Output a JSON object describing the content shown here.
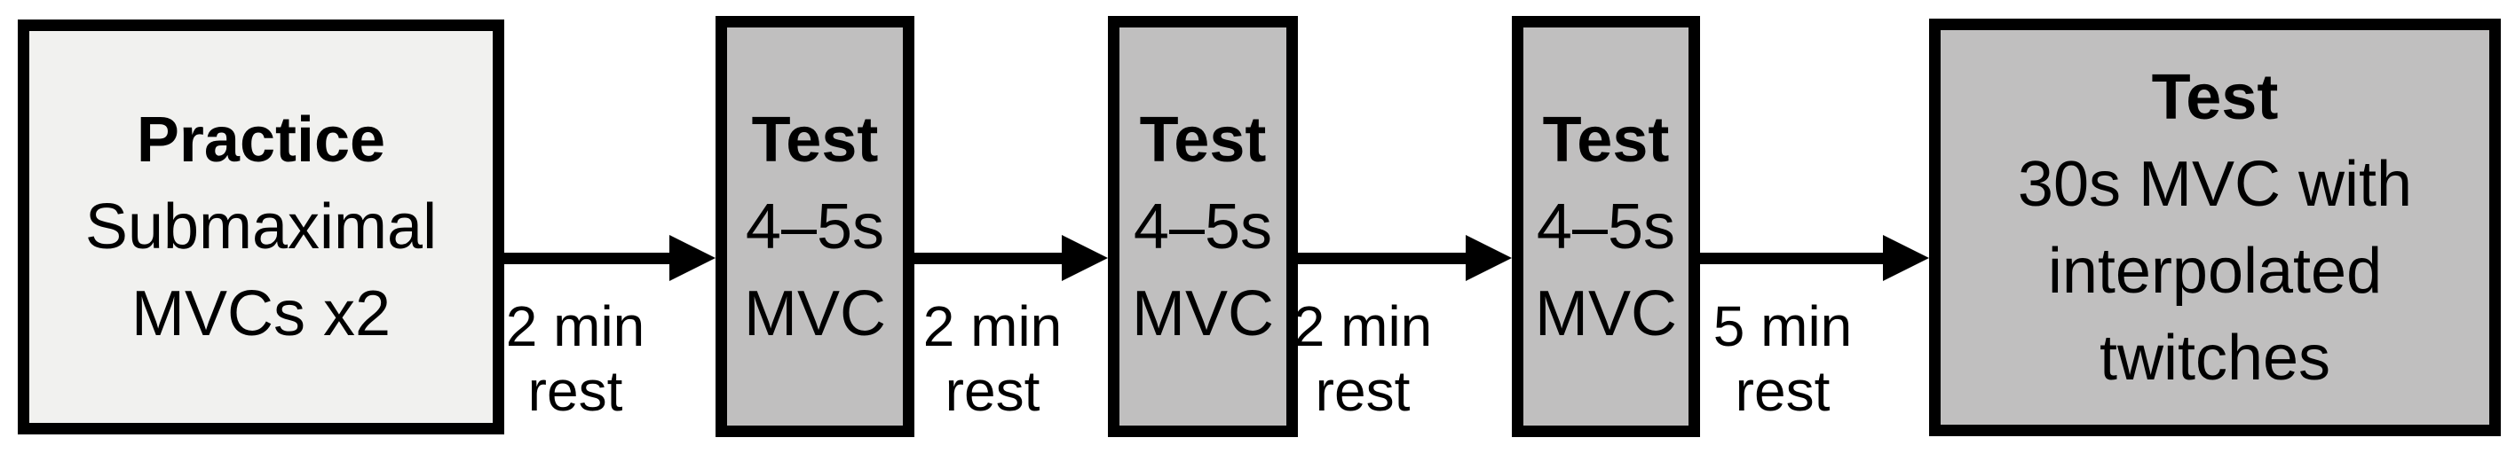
{
  "figure": {
    "type": "flowchart",
    "description_of_flow": "Practice box, three short test MVC boxes, final sustained test box connected left-to-right by arrows with rest-period labels"
  },
  "colors": {
    "background": "#ffffff",
    "practice_box_fill": "#f1f1ef",
    "test_box_fill": "#c0bfbf",
    "outline": "#000000",
    "text": "#000000"
  },
  "boxes": [
    {
      "title": "Practice",
      "lines": [
        "Submaximal",
        "MVCs x2"
      ]
    },
    {
      "title": "Test",
      "lines": [
        "4–5s",
        "MVC"
      ]
    },
    {
      "title": "Test",
      "lines": [
        "4–5s",
        "MVC"
      ]
    },
    {
      "title": "Test",
      "lines": [
        "4–5s",
        "MVC"
      ]
    },
    {
      "title": "Test",
      "lines": [
        "30s MVC with",
        "interpolated",
        "twitches"
      ]
    }
  ],
  "arrows": [
    {
      "label_line1": "2 min",
      "label_line2": "rest"
    },
    {
      "label_line1": "2 min",
      "label_line2": "rest"
    },
    {
      "label_line1": "2 min",
      "label_line2": "rest"
    },
    {
      "label_line1": "5 min",
      "label_line2": "rest"
    }
  ]
}
